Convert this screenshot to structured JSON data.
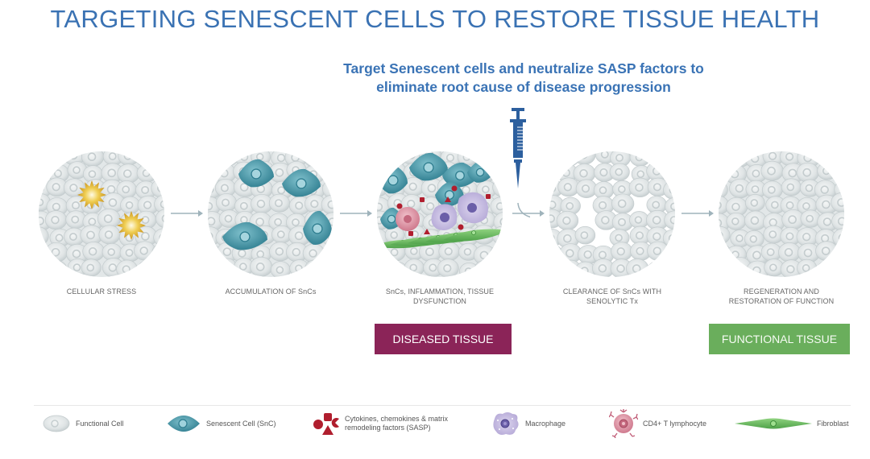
{
  "title": "TARGETING SENESCENT CELLS TO RESTORE TISSUE HEALTH",
  "subtitle": {
    "line1": "Target Senescent cells and neutralize SASP factors to",
    "line2": "eliminate root cause of disease progression"
  },
  "stages": [
    {
      "id": "cellular-stress",
      "caption_line1": "CELLULAR STRESS",
      "caption_line2": ""
    },
    {
      "id": "accumulation",
      "caption_line1": "ACCUMULATION OF SnCs",
      "caption_line2": ""
    },
    {
      "id": "inflammation",
      "caption_line1": "SnCs, INFLAMMATION, TISSUE",
      "caption_line2": "DYSFUNCTION"
    },
    {
      "id": "clearance",
      "caption_line1": "CLEARANCE OF SnCs WITH",
      "caption_line2": "SENOLYTIC Tx"
    },
    {
      "id": "regeneration",
      "caption_line1": "REGENERATION AND",
      "caption_line2": "RESTORATION OF FUNCTION"
    }
  ],
  "badges": {
    "diseased": "DISEASED TISSUE",
    "functional": "FUNCTIONAL TISSUE"
  },
  "legend": [
    {
      "icon": "functional-cell-icon",
      "label_line1": "Functional Cell",
      "label_line2": ""
    },
    {
      "icon": "senescent-cell-icon",
      "label_line1": "Senescent Cell (SnC)",
      "label_line2": ""
    },
    {
      "icon": "sasp-factors-icon",
      "label_line1": "Cytokines, chemokines & matrix",
      "label_line2": "remodeling factors (SASP)"
    },
    {
      "icon": "macrophage-icon",
      "label_line1": "Macrophage",
      "label_line2": ""
    },
    {
      "icon": "cd4-t-lymphocyte-icon",
      "label_line1": "CD4+ T lymphocyte",
      "label_line2": ""
    },
    {
      "icon": "fibroblast-icon",
      "label_line1": "Fibroblast",
      "label_line2": ""
    }
  ],
  "colors": {
    "title": "#3a72b3",
    "diseased": "#8b2458",
    "functional": "#6aae5c",
    "senescent": "#3d8fa0",
    "stress": "#e3b52a",
    "sasp": "#b01e2e",
    "macrophage": "#c9c0e2",
    "lymphocyte": "#d98a9c",
    "fibroblast": "#6dbd5f",
    "syringe": "#2c5f9e"
  }
}
